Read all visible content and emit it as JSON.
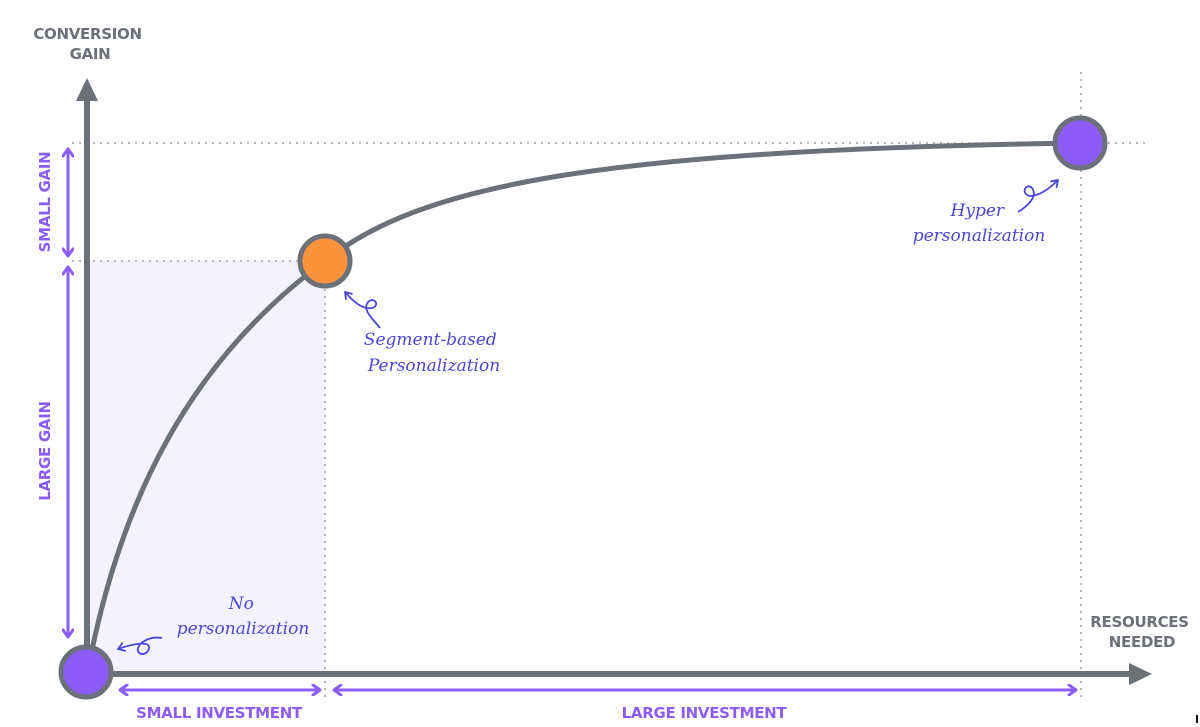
{
  "chart_data": {
    "type": "line",
    "title": "",
    "xlabel": "RESOURCES NEEDED",
    "ylabel": "CONVERSION GAIN",
    "grid": false,
    "description": "Diminishing-returns curve of conversion gain vs. resources needed for personalization",
    "points": [
      {
        "label": "No personalization",
        "x": 0,
        "y": 0,
        "color": "#8b5cf6"
      },
      {
        "label": "Segment-based Personalization",
        "x": 0.24,
        "y": 0.77,
        "color": "#fb923c"
      },
      {
        "label": "Hyper personalization",
        "x": 1.0,
        "y": 1.0,
        "color": "#8b5cf6"
      }
    ],
    "y_ranges": [
      {
        "label": "LARGE GAIN",
        "from": 0,
        "to": 0.77
      },
      {
        "label": "SMALL GAIN",
        "from": 0.77,
        "to": 1.0
      }
    ],
    "x_ranges": [
      {
        "label": "SMALL INVESTMENT",
        "from": 0,
        "to": 0.24
      },
      {
        "label": "LARGE INVESTMENT",
        "from": 0.24,
        "to": 1.0
      }
    ]
  },
  "axes": {
    "y_title_line1": "CONVERSION",
    "y_title_line2": "GAIN",
    "x_title_line1": "RESOURCES",
    "x_title_line2": "NEEDED"
  },
  "ranges": {
    "small_gain": "SMALL GAIN",
    "large_gain": "LARGE GAIN",
    "small_investment": "SMALL INVESTMENT",
    "large_investment": "LARGE INVESTMENT"
  },
  "annotations": {
    "no_personalization_line1": "No",
    "no_personalization_line2": "personalization",
    "segment_line1": "Segment-based",
    "segment_line2": "Personalization",
    "hyper_line1": "Hyper",
    "hyper_line2": "personalization"
  },
  "colors": {
    "axis": "#6b7079",
    "accent_purple": "#8b5cf6",
    "segment_orange": "#fb923c",
    "handwriting_blue": "#4a47d6",
    "shaded_region": "#f4f2fe"
  }
}
